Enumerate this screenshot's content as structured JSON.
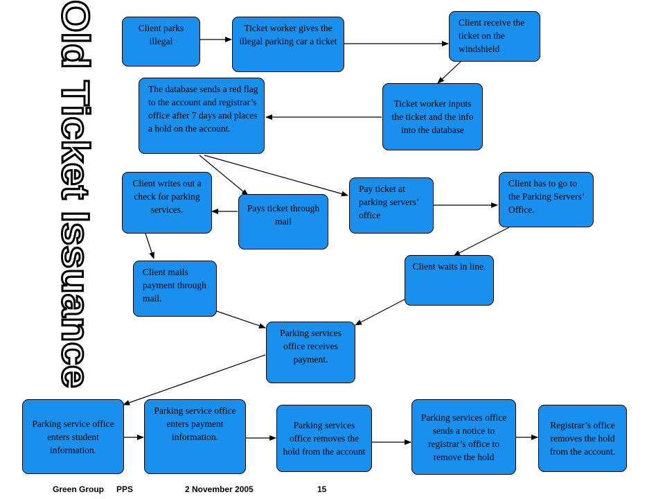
{
  "side_title": "Old Ticket Issuance",
  "colors": {
    "box_fill": "#1a90ee",
    "box_border": "#000000",
    "arrow": "#000000",
    "title_fill": "#ffffff",
    "title_stroke": "#000000"
  },
  "steps": {
    "client_parks": "Client parks illegal",
    "worker_gives": "Ticket worker gives the illegal parking car a ticket",
    "client_receives": "Client receive the ticket on the windshield",
    "worker_inputs": "Ticket worker inputs the ticket and the info into the database",
    "database_flag": "The database sends a red flag to the account and registrar’s office after 7 days and places a hold on the account.",
    "client_writes_check": "Client writes out a check for parking services.",
    "pays_mail": "Pays ticket through mail",
    "pay_office": "Pay ticket at parking servers’ office",
    "go_office": "Client has to go to the Parking Servers’ Office.",
    "client_mails": "Client mails payment through mail.",
    "client_waits": "Client waits in line.",
    "office_receives": "Parking services office receives payment.",
    "enters_student": "Parking service office enters student information.",
    "enters_payment": "Parking service office enters payment information.",
    "removes_hold": "Parking services office removes the hold from the account",
    "sends_notice": "Parking services office sends a notice to registrar’s office to remove the hold",
    "registrar_removes": "Registrar’s office removes the hold from the account."
  },
  "footer": {
    "group": "Green Group",
    "org": "PPS",
    "date": "2 November 2005",
    "page": "15"
  }
}
